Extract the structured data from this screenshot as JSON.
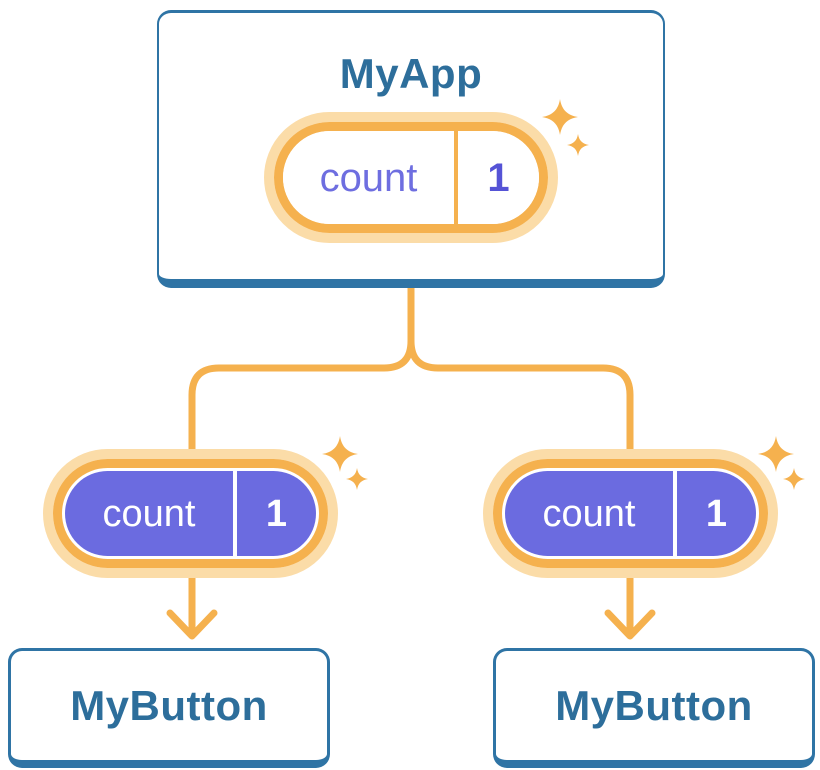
{
  "tree": {
    "root": {
      "name": "MyApp",
      "state": {
        "label": "count",
        "value": "1"
      }
    },
    "children": [
      {
        "name": "MyButton",
        "prop": {
          "label": "count",
          "value": "1"
        }
      },
      {
        "name": "MyButton",
        "prop": {
          "label": "count",
          "value": "1"
        }
      }
    ]
  },
  "icons": {
    "sparkle": "four-point-star",
    "arrow": "down-arrow"
  },
  "colors": {
    "card_border_blue": "#2F74A5",
    "title_text_blue": "#2D6E9B",
    "wire_orange": "#F5B14E",
    "halo_peach": "#FBDCA8",
    "prop_purple_fill": "#6B6BE0",
    "state_label_purple": "#6E6EE0",
    "state_value_purple": "#5553D6",
    "prop_text_white": "#FFFFFF",
    "background": "#FFFFFF"
  }
}
